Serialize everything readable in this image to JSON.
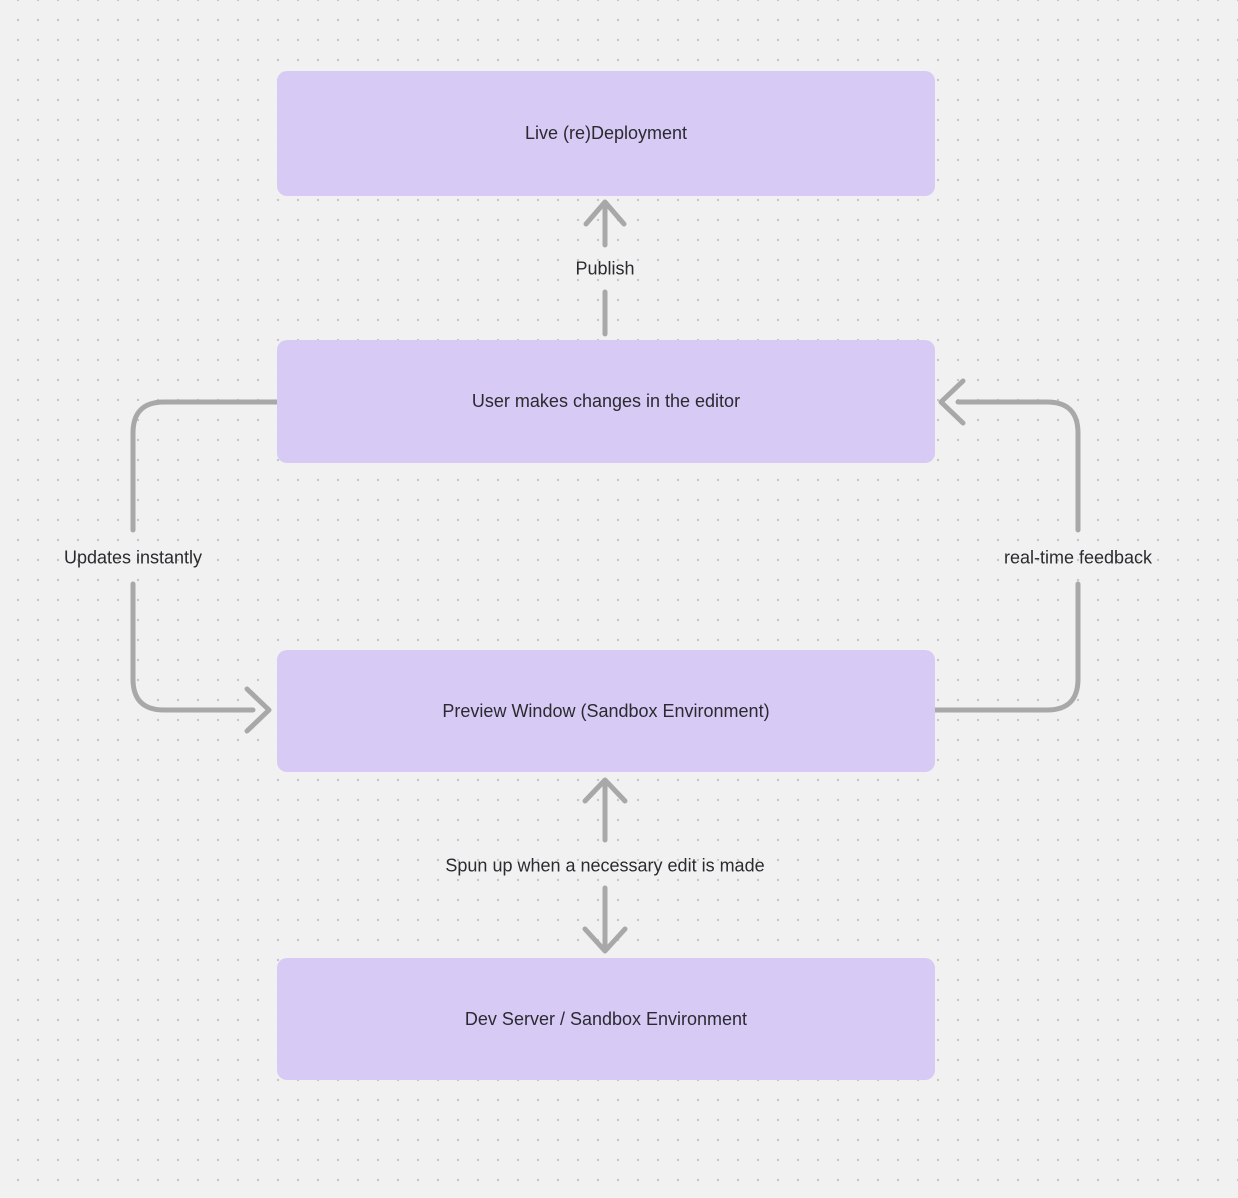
{
  "diagram": {
    "background_color": "#f2f1f1",
    "dot_grid_color": "#c7c7c7",
    "node_fill_color": "#d7caf4",
    "arrow_color": "#a8a8a8",
    "text_color": "#2a2a30"
  },
  "nodes": [
    {
      "id": "live-redeployment",
      "label": "Live (re)Deployment"
    },
    {
      "id": "user-editor",
      "label": "User makes changes in the editor"
    },
    {
      "id": "preview-window",
      "label": "Preview Window (Sandbox Environment)"
    },
    {
      "id": "dev-server",
      "label": "Dev Server / Sandbox Environment"
    }
  ],
  "edges": [
    {
      "id": "publish",
      "label": "Publish",
      "from": "user-editor",
      "to": "live-redeployment",
      "direction": "up"
    },
    {
      "id": "updates-instantly",
      "label": "Updates instantly",
      "from": "user-editor",
      "to": "preview-window",
      "direction": "left-loop"
    },
    {
      "id": "real-time-feedback",
      "label": "real-time feedback",
      "from": "preview-window",
      "to": "user-editor",
      "direction": "right-loop"
    },
    {
      "id": "spun-up",
      "label": "Spun up when a necessary edit is made",
      "from": "preview-window",
      "to": "dev-server",
      "direction": "bidirectional"
    }
  ]
}
